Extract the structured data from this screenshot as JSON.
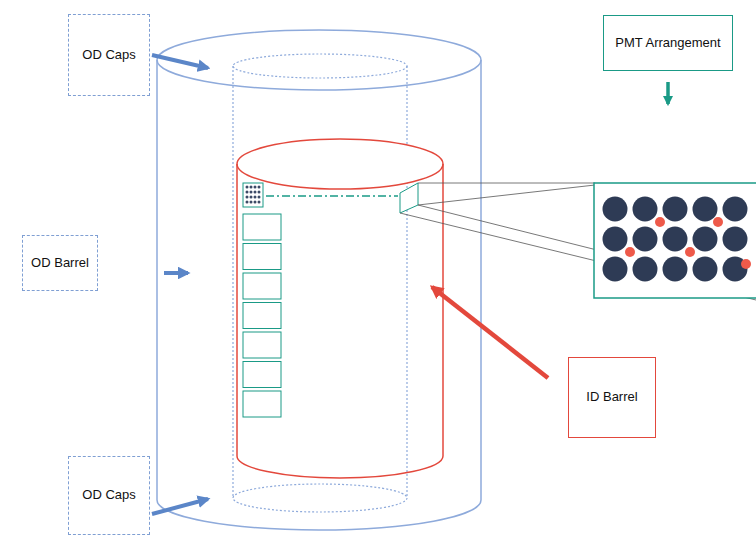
{
  "diagram": {
    "nodes": [
      {
        "text": [
          "OD Caps"
        ]
      },
      {
        "text": [
          "PMT Arrangement"
        ]
      },
      {
        "text": [
          "OD Barrel"
        ]
      },
      {
        "text": [
          "ID Barrel"
        ]
      },
      {
        "text": [
          "OD Caps"
        ]
      }
    ]
  }
}
